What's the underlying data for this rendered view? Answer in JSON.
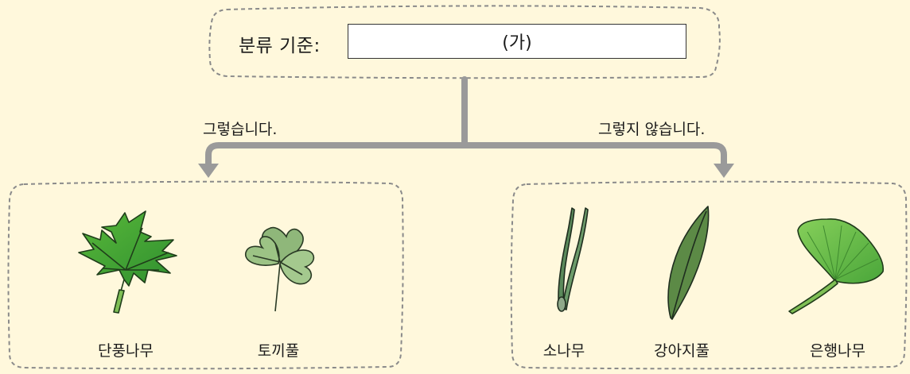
{
  "criterion": {
    "label": "분류 기준:",
    "answer": "(가)"
  },
  "branches": {
    "yes": "그렇습니다.",
    "no": "그렇지 않습니다."
  },
  "groups": {
    "left": {
      "plants": [
        {
          "name": "단풍나무",
          "icon": "maple-leaf-icon"
        },
        {
          "name": "토끼풀",
          "icon": "clover-leaf-icon"
        }
      ]
    },
    "right": {
      "plants": [
        {
          "name": "소나무",
          "icon": "pine-needle-icon"
        },
        {
          "name": "강아지풀",
          "icon": "foxtail-leaf-icon"
        },
        {
          "name": "은행나무",
          "icon": "ginkgo-leaf-icon"
        }
      ]
    }
  },
  "colors": {
    "background": "#fff8dc",
    "dashed_border": "#8a8a8a",
    "arrow": "#9a9a9a",
    "leaf_dark_green": "#2f8a2f",
    "leaf_light_green": "#6fbf3a",
    "clover_green": "#8fb77a"
  }
}
